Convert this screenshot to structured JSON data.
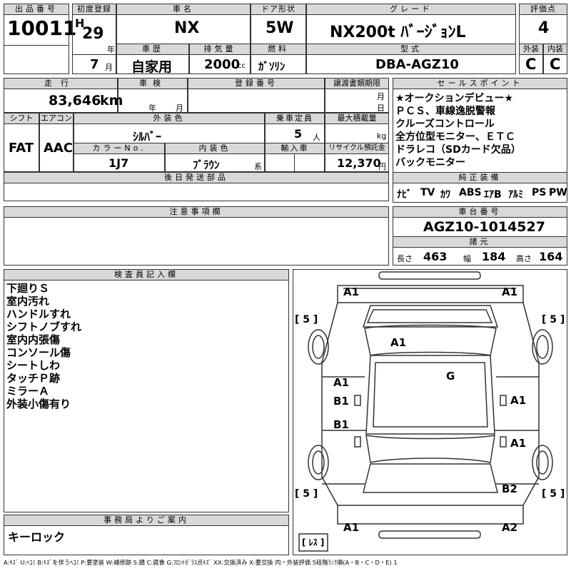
{
  "header": {
    "lot_no_label": "出品番号",
    "lot_no": "10011",
    "first_reg_label": "初度登録",
    "era": "H",
    "reg_year": "29",
    "year_unit": "年",
    "reg_month": "7",
    "month_unit": "月",
    "name_label": "車名",
    "name": "NX",
    "door_label": "ドア形状",
    "door": "5W",
    "grade_label": "グレード",
    "grade": "NX200t ﾊﾞｰｼﾞｮﾝL",
    "score_label": "評価点",
    "score": "4",
    "history_label": "車歴",
    "history": "自家用",
    "displacement_label": "排気量",
    "displacement": "2000",
    "displacement_unit": "cc",
    "fuel_label": "燃料",
    "fuel": "ｶﾞｿﾘﾝ",
    "model_label": "型式",
    "model": "DBA-AGZ10",
    "exterior_label": "外装",
    "exterior": "C",
    "interior_label": "内装",
    "interior": "C"
  },
  "row2": {
    "mileage_label": "走行",
    "mileage": "83,646",
    "mileage_unit": "km",
    "inspection_label": "車検",
    "insp_year_unit": "年",
    "insp_month_unit": "月",
    "regno_label": "登録番号",
    "transfer_label": "譲渡書類期限",
    "transfer_month_unit": "月",
    "transfer_day_unit": "日",
    "shift_label": "シフト",
    "shift": "FAT",
    "ac_label": "エアコン",
    "ac": "AAC",
    "color_label": "外装色",
    "color": "ｼﾙﾊﾞｰ",
    "capacity_label": "乗車定員",
    "capacity": "5",
    "capacity_unit": "人",
    "load_label": "最大積載量",
    "load_unit": "kg",
    "colorno_label": "カラーNo.",
    "colorno": "1J7",
    "int_color_label": "内装色",
    "int_color": "ﾌﾞﾗｳﾝ",
    "int_color_unit": "系",
    "import_label": "輸入車",
    "recycle_label": "リサイクル預託金",
    "recycle": "12,370",
    "recycle_unit": "円",
    "later_label": "後日発送部品"
  },
  "sales": {
    "label": "セールスポイント",
    "lines": [
      "★オークションデビュー★",
      "ＰＣＳ、車線逸脱警報",
      "クルーズコントロール",
      "全方位型モニター、ＥＴＣ",
      "ドラレコ（SDカード欠品）",
      "バックモニター"
    ]
  },
  "equipment": {
    "label": "純正装備",
    "items": [
      "ﾅﾋﾞ",
      "TV",
      "ｶﾜ",
      "ABS",
      "ｴｱB",
      "ｱﾙﾐ",
      "PS",
      "PW"
    ]
  },
  "notes": {
    "label": "注意事項欄"
  },
  "chassis": {
    "label": "車台番号",
    "value": "AGZ10-1014527"
  },
  "specs": {
    "label": "諸元",
    "length_label": "長さ",
    "length": "463",
    "width_label": "幅",
    "width": "184",
    "height_label": "高さ",
    "height": "164"
  },
  "inspector": {
    "label": "検査員記入欄",
    "lines": [
      "下廻りＳ",
      "室内汚れ",
      "ハンドルすれ",
      "シフトノブすれ",
      "室内内張傷",
      "コンソール傷",
      "シートしわ",
      "タッチＰ跡",
      "ミラーＡ",
      "外装小傷有り"
    ]
  },
  "office": {
    "label": "事務局よりご案内",
    "text": "キーロック"
  },
  "diagram": {
    "marks": [
      "A1",
      "A1",
      "A1",
      "G",
      "A1",
      "B1",
      "B1",
      "A1",
      "A1",
      "B2",
      "A1",
      "A2"
    ],
    "tires": [
      "[ 5 ]",
      "[ 5 ]",
      "[ 5 ]",
      "[ 5 ]"
    ],
    "spare": "[ ﾚｽ ]"
  },
  "legend": "A:ｷｽﾞ U:ﾍｺﾐ B:ｷｽﾞを伴うﾍｺﾐ P:要塗装 W:補修跡 S:錆 C:腐食 G:ﾌﾛﾝﾄｶﾞﾗｽ点ｷｽﾞ XX:交換済み X:要交換 内・外装評価 5段階ﾗﾝｸ順(A・B・C・D・E) 1"
}
